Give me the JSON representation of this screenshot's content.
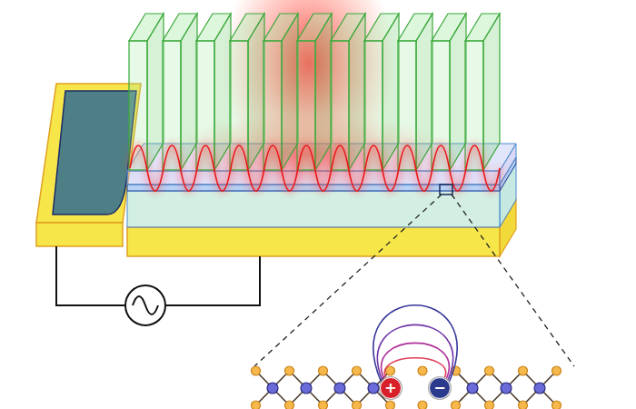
{
  "diagram": {
    "nodes": [
      {
        "text": [
          "+"
        ]
      },
      {
        "text": [
          "−"
        ]
      }
    ],
    "edges": [
      {
        "from": 0,
        "to": 1,
        "arrow": "none"
      },
      {
        "from": 0,
        "to": 1,
        "arrow": "none"
      },
      {
        "from": 0,
        "to": 1,
        "arrow": "none"
      },
      {
        "from": 0,
        "to": 1,
        "arrow": "none"
      }
    ]
  }
}
